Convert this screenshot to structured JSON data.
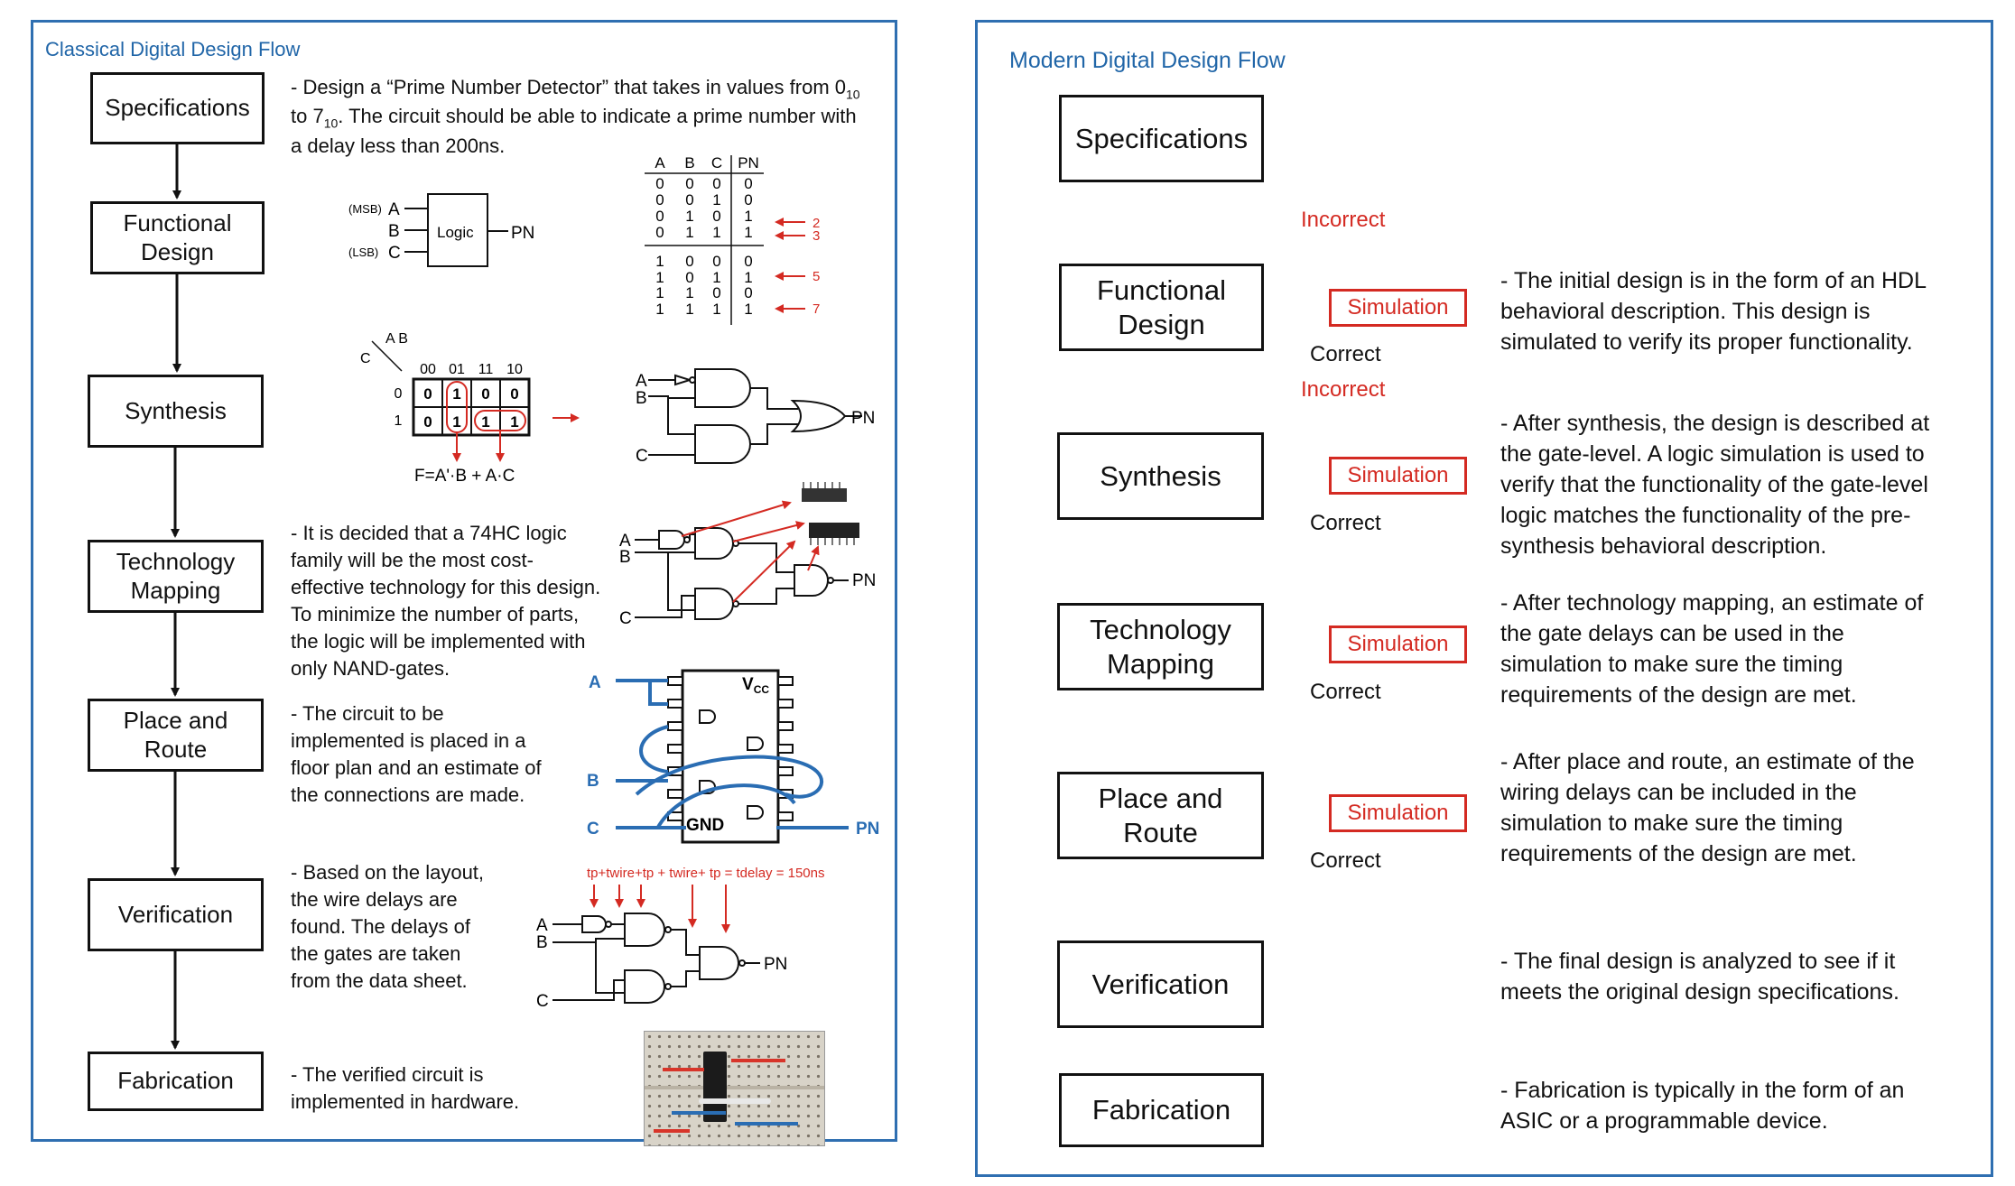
{
  "left": {
    "title": "Classical Digital Design Flow",
    "steps": [
      "Specifications",
      "Functional\nDesign",
      "Synthesis",
      "Technology\nMapping",
      "Place and\nRoute",
      "Verification",
      "Fabrication"
    ],
    "spec_text_1": "- Design a “Prime Number Detector” that takes in values from 0",
    "spec_sub_1": "10",
    "spec_text_2": "to 7",
    "spec_sub_2": "10",
    "spec_text_3": ".  The circuit should be able to indicate a prime number with",
    "spec_text_4": "a delay less than 200ns.",
    "block": {
      "msb": "(MSB)",
      "lsb": "(LSB)",
      "a": "A",
      "b": "B",
      "c": "C",
      "logic": "Logic",
      "out": "PN"
    },
    "truth_table": {
      "headers": [
        "A",
        "B",
        "C",
        "PN"
      ],
      "rows": [
        [
          "0",
          "0",
          "0",
          "0"
        ],
        [
          "0",
          "0",
          "1",
          "0"
        ],
        [
          "0",
          "1",
          "0",
          "1"
        ],
        [
          "0",
          "1",
          "1",
          "1"
        ],
        [
          "1",
          "0",
          "0",
          "0"
        ],
        [
          "1",
          "0",
          "1",
          "1"
        ],
        [
          "1",
          "1",
          "0",
          "0"
        ],
        [
          "1",
          "1",
          "1",
          "1"
        ]
      ],
      "primes": [
        "2",
        "3",
        "5",
        "7"
      ]
    },
    "kmap": {
      "ab_label": "A B",
      "c_label": "C",
      "cols": [
        "00",
        "01",
        "11",
        "10"
      ],
      "rows": [
        "0",
        "1"
      ],
      "cells": [
        [
          "0",
          "1",
          "0",
          "0"
        ],
        [
          "0",
          "1",
          "1",
          "1"
        ]
      ],
      "equation": "F=A'·B + A·C"
    },
    "synth_labels": {
      "a": "A",
      "b": "B",
      "c": "C",
      "out": "PN"
    },
    "tech_text": "- It is decided that a 74HC logic\nfamily will be the most cost-\neffective technology for this design.\nTo minimize the number of parts,\nthe logic will be implemented with\nonly NAND-gates.",
    "tech_labels": {
      "a": "A",
      "b": "B",
      "c": "C",
      "out": "PN"
    },
    "place_text": "- The circuit to be\nimplemented is placed in a\nfloor plan and an estimate of\nthe connections are made.",
    "place_labels": {
      "a": "A",
      "b": "B",
      "c": "C",
      "vcc": "V",
      "vcc_sub": "CC",
      "gnd": "GND",
      "out": "PN"
    },
    "verif_text": "- Based on the layout,\nthe wire delays are\nfound.  The delays of\nthe gates are taken\nfrom the data sheet.",
    "verif_eq": "tp+twire+tp  +  twire+ tp  =  tdelay = 150ns",
    "verif_labels": {
      "a": "A",
      "b": "B",
      "c": "C",
      "out": "PN"
    },
    "fab_text": "- The verified circuit is\nimplemented in hardware."
  },
  "right": {
    "title": "Modern Digital Design Flow",
    "steps": [
      "Specifications",
      "Functional\nDesign",
      "Synthesis",
      "Technology\nMapping",
      "Place and\nRoute",
      "Verification",
      "Fabrication"
    ],
    "simulation": "Simulation",
    "incorrect": "Incorrect",
    "correct": "Correct",
    "descriptions": [
      "- The initial design is in the form of an HDL\nbehavioral description.  This design is\nsimulated to verify its proper functionality.",
      "- After synthesis, the design is described at\nthe gate-level.  A logic simulation is used to\nverify that the functionality of the gate-level\nlogic matches the functionality of the pre-\nsynthesis behavioral description.",
      "- After technology mapping, an estimate of\nthe gate delays can be used in the\nsimulation to make sure the timing\nrequirements of the design are met.",
      "- After place and route, an estimate of the\nwiring delays can be included in the\nsimulation to make sure the timing\nrequirements of the design are met.",
      "- The final design is analyzed to see if it\nmeets the original design specifications.",
      "- Fabrication is typically in the form of an\nASIC or a programmable device."
    ]
  },
  "colors": {
    "frame": "#2f6fb1",
    "title": "#2166a8",
    "red": "#d42a22",
    "wire_blue": "#2a6db3"
  }
}
